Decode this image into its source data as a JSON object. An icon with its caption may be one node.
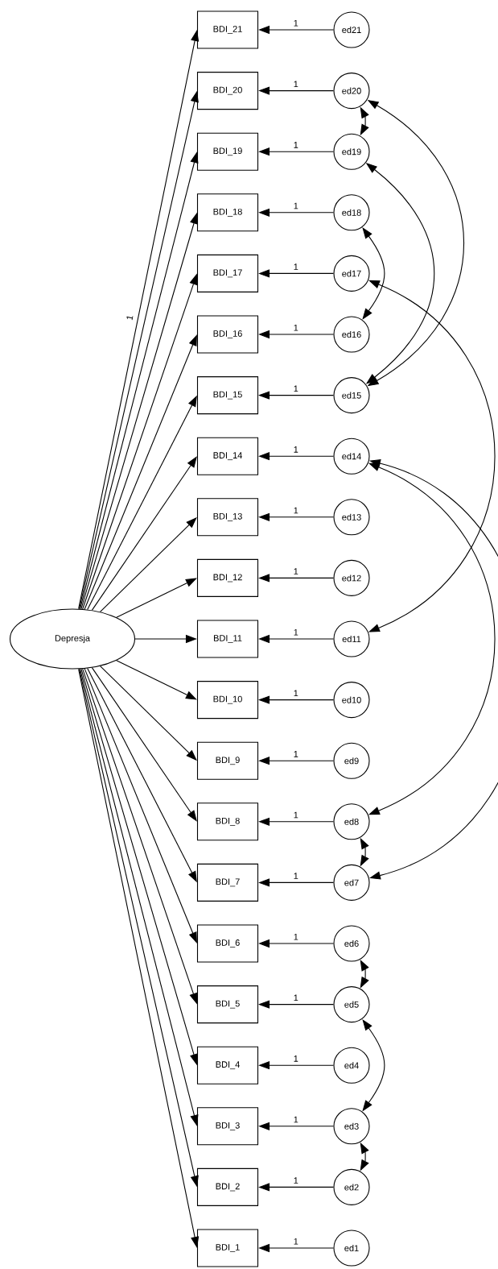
{
  "diagram": {
    "nodes": [
      {
        "text": [
          "Depresja"
        ]
      },
      {
        "text": [
          "BDI_21"
        ]
      },
      {
        "text": [
          "BDI_20"
        ]
      },
      {
        "text": [
          "BDI_19"
        ]
      },
      {
        "text": [
          "BDI_18"
        ]
      },
      {
        "text": [
          "BDI_17"
        ]
      },
      {
        "text": [
          "BDI_16"
        ]
      },
      {
        "text": [
          "BDI_15"
        ]
      },
      {
        "text": [
          "BDI_14"
        ]
      },
      {
        "text": [
          "BDI_13"
        ]
      },
      {
        "text": [
          "BDI_12"
        ]
      },
      {
        "text": [
          "BDI_11"
        ]
      },
      {
        "text": [
          "BDI_10"
        ]
      },
      {
        "text": [
          "BDI_9"
        ]
      },
      {
        "text": [
          "BDI_8"
        ]
      },
      {
        "text": [
          "BDI_7"
        ]
      },
      {
        "text": [
          "BDI_6"
        ]
      },
      {
        "text": [
          "BDI_5"
        ]
      },
      {
        "text": [
          "BDI_4"
        ]
      },
      {
        "text": [
          "BDI_3"
        ]
      },
      {
        "text": [
          "BDI_2"
        ]
      },
      {
        "text": [
          "BDI_1"
        ]
      },
      {
        "text": [
          "ed21"
        ]
      },
      {
        "text": [
          "ed20"
        ]
      },
      {
        "text": [
          "ed19"
        ]
      },
      {
        "text": [
          "ed18"
        ]
      },
      {
        "text": [
          "ed17"
        ]
      },
      {
        "text": [
          "ed16"
        ]
      },
      {
        "text": [
          "ed15"
        ]
      },
      {
        "text": [
          "ed14"
        ]
      },
      {
        "text": [
          "ed13"
        ]
      },
      {
        "text": [
          "ed12"
        ]
      },
      {
        "text": [
          "ed11"
        ]
      },
      {
        "text": [
          "ed10"
        ]
      },
      {
        "text": [
          "ed9"
        ]
      },
      {
        "text": [
          "ed8"
        ]
      },
      {
        "text": [
          "ed7"
        ]
      },
      {
        "text": [
          "ed6"
        ]
      },
      {
        "text": [
          "ed5"
        ]
      },
      {
        "text": [
          "ed4"
        ]
      },
      {
        "text": [
          "ed3"
        ]
      },
      {
        "text": [
          "ed2"
        ]
      },
      {
        "text": [
          "ed1"
        ]
      }
    ],
    "edges": [
      {
        "from": 0,
        "to": 1,
        "arrow": "to",
        "label": "1"
      },
      {
        "from": 0,
        "to": 2,
        "arrow": "to"
      },
      {
        "from": 0,
        "to": 3,
        "arrow": "to"
      },
      {
        "from": 0,
        "to": 4,
        "arrow": "to"
      },
      {
        "from": 0,
        "to": 5,
        "arrow": "to"
      },
      {
        "from": 0,
        "to": 6,
        "arrow": "to"
      },
      {
        "from": 0,
        "to": 7,
        "arrow": "to"
      },
      {
        "from": 0,
        "to": 8,
        "arrow": "to"
      },
      {
        "from": 0,
        "to": 9,
        "arrow": "to"
      },
      {
        "from": 0,
        "to": 10,
        "arrow": "to"
      },
      {
        "from": 0,
        "to": 11,
        "arrow": "to"
      },
      {
        "from": 0,
        "to": 12,
        "arrow": "to"
      },
      {
        "from": 0,
        "to": 13,
        "arrow": "to"
      },
      {
        "from": 0,
        "to": 14,
        "arrow": "to"
      },
      {
        "from": 0,
        "to": 15,
        "arrow": "to"
      },
      {
        "from": 0,
        "to": 16,
        "arrow": "to"
      },
      {
        "from": 0,
        "to": 17,
        "arrow": "to"
      },
      {
        "from": 0,
        "to": 18,
        "arrow": "to"
      },
      {
        "from": 0,
        "to": 19,
        "arrow": "to"
      },
      {
        "from": 0,
        "to": 20,
        "arrow": "to"
      },
      {
        "from": 0,
        "to": 21,
        "arrow": "to"
      },
      {
        "from": 22,
        "to": 1,
        "arrow": "to",
        "label": "1"
      },
      {
        "from": 23,
        "to": 2,
        "arrow": "to",
        "label": "1"
      },
      {
        "from": 24,
        "to": 3,
        "arrow": "to",
        "label": "1"
      },
      {
        "from": 25,
        "to": 4,
        "arrow": "to",
        "label": "1"
      },
      {
        "from": 26,
        "to": 5,
        "arrow": "to",
        "label": "1"
      },
      {
        "from": 27,
        "to": 6,
        "arrow": "to",
        "label": "1"
      },
      {
        "from": 28,
        "to": 7,
        "arrow": "to",
        "label": "1"
      },
      {
        "from": 29,
        "to": 8,
        "arrow": "to",
        "label": "1"
      },
      {
        "from": 30,
        "to": 9,
        "arrow": "to",
        "label": "1"
      },
      {
        "from": 31,
        "to": 10,
        "arrow": "to",
        "label": "1"
      },
      {
        "from": 32,
        "to": 11,
        "arrow": "to",
        "label": "1"
      },
      {
        "from": 33,
        "to": 12,
        "arrow": "to",
        "label": "1"
      },
      {
        "from": 34,
        "to": 13,
        "arrow": "to",
        "label": "1"
      },
      {
        "from": 35,
        "to": 14,
        "arrow": "to",
        "label": "1"
      },
      {
        "from": 36,
        "to": 15,
        "arrow": "to",
        "label": "1"
      },
      {
        "from": 37,
        "to": 16,
        "arrow": "to",
        "label": "1"
      },
      {
        "from": 38,
        "to": 17,
        "arrow": "to",
        "label": "1"
      },
      {
        "from": 39,
        "to": 18,
        "arrow": "to",
        "label": "1"
      },
      {
        "from": 40,
        "to": 19,
        "arrow": "to",
        "label": "1"
      },
      {
        "from": 41,
        "to": 20,
        "arrow": "to",
        "label": "1"
      },
      {
        "from": 42,
        "to": 21,
        "arrow": "to",
        "label": "1"
      },
      {
        "from": 23,
        "to": 24,
        "arrow": "both"
      },
      {
        "from": 23,
        "to": 28,
        "arrow": "both"
      },
      {
        "from": 24,
        "to": 28,
        "arrow": "both"
      },
      {
        "from": 25,
        "to": 27,
        "arrow": "both"
      },
      {
        "from": 26,
        "to": 32,
        "arrow": "both"
      },
      {
        "from": 29,
        "to": 35,
        "arrow": "both"
      },
      {
        "from": 29,
        "to": 36,
        "arrow": "both"
      },
      {
        "from": 35,
        "to": 36,
        "arrow": "both"
      },
      {
        "from": 37,
        "to": 38,
        "arrow": "both"
      },
      {
        "from": 38,
        "to": 40,
        "arrow": "both"
      },
      {
        "from": 40,
        "to": 41,
        "arrow": "both"
      }
    ]
  }
}
